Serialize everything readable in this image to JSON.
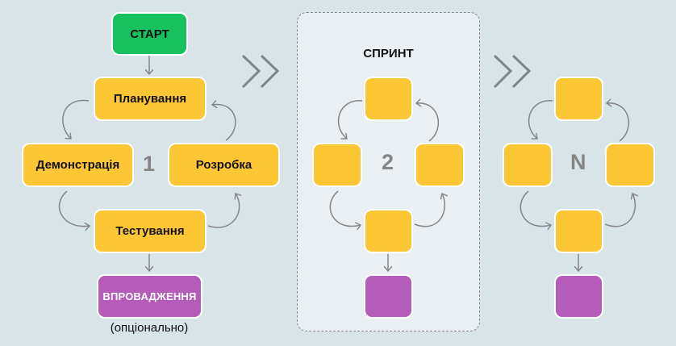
{
  "colors": {
    "background": "#d9e4e8",
    "panel": "#e9eff2",
    "start": "#17c25e",
    "task": "#fdc634",
    "deploy": "#b55bba",
    "connector": "#858585"
  },
  "cycle1": {
    "start_label": "СТАРТ",
    "planning_label": "Планування",
    "demo_label": "Демонстрація",
    "development_label": "Розробка",
    "testing_label": "Тестування",
    "deploy_label": "ВПРОВАДЖЕННЯ",
    "deploy_note": "(опціонально)",
    "number": "1"
  },
  "sprint": {
    "title": "СПРИНТ",
    "number": "2"
  },
  "cycleN": {
    "number": "N"
  },
  "separator_icon": "double-chevron-right-icon"
}
